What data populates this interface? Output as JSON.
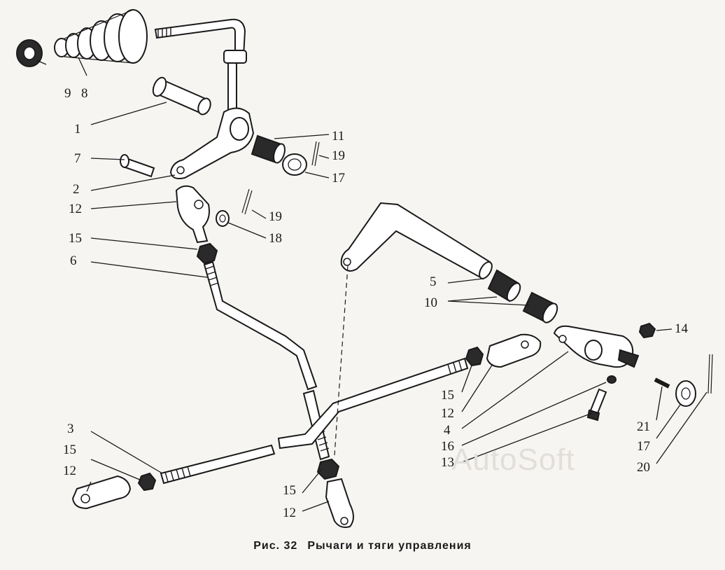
{
  "figure": {
    "number": "Рис. 32",
    "title": "Рычаги и тяги управления"
  },
  "watermark": "AutoSoft",
  "callouts": [
    "1",
    "2",
    "3",
    "4",
    "5",
    "6",
    "7",
    "8",
    "9",
    "10",
    "11",
    "12",
    "12",
    "12",
    "12",
    "13",
    "14",
    "15",
    "15",
    "15",
    "15",
    "16",
    "17",
    "17",
    "18",
    "19",
    "19",
    "20",
    "21"
  ]
}
